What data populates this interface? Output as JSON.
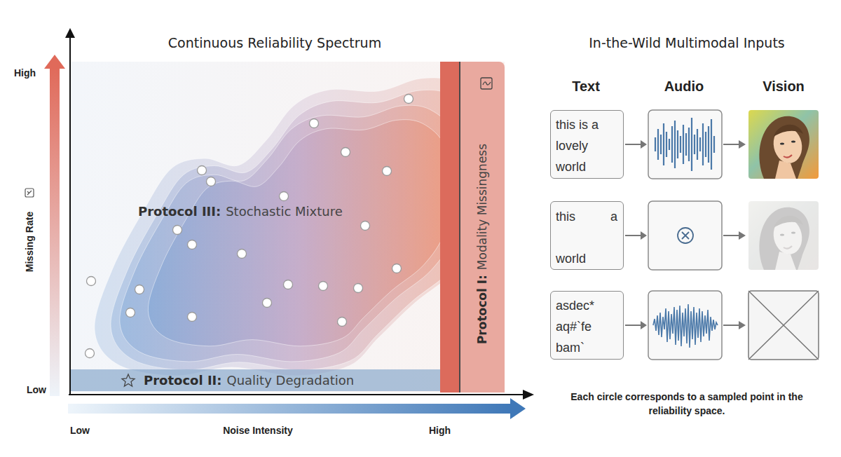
{
  "diagram": {
    "nodes": [
      {
        "text": [
          "Protocol III:",
          "Stochastic Mixture"
        ]
      },
      {
        "text": [
          "Protocol I:",
          "Modality Missingness"
        ]
      },
      {
        "text": [
          "Protocol II:",
          "Quality Degradation"
        ]
      },
      {
        "text": [
          "this is a lovely world"
        ]
      },
      {
        "text": [
          "this a world"
        ]
      },
      {
        "text": [
          "asdec* aq#`fe bam`"
        ]
      }
    ],
    "labels": [
      "Continuous Reliability Spectrum",
      "In-the-Wild Multimodal Inputs",
      "High",
      "Missing Rate",
      "Low",
      "Low",
      "Noise Intensity",
      "High",
      "Text",
      "Audio",
      "Vision",
      "Each circle corresponds to a sampled point in the reliability space."
    ]
  }
}
